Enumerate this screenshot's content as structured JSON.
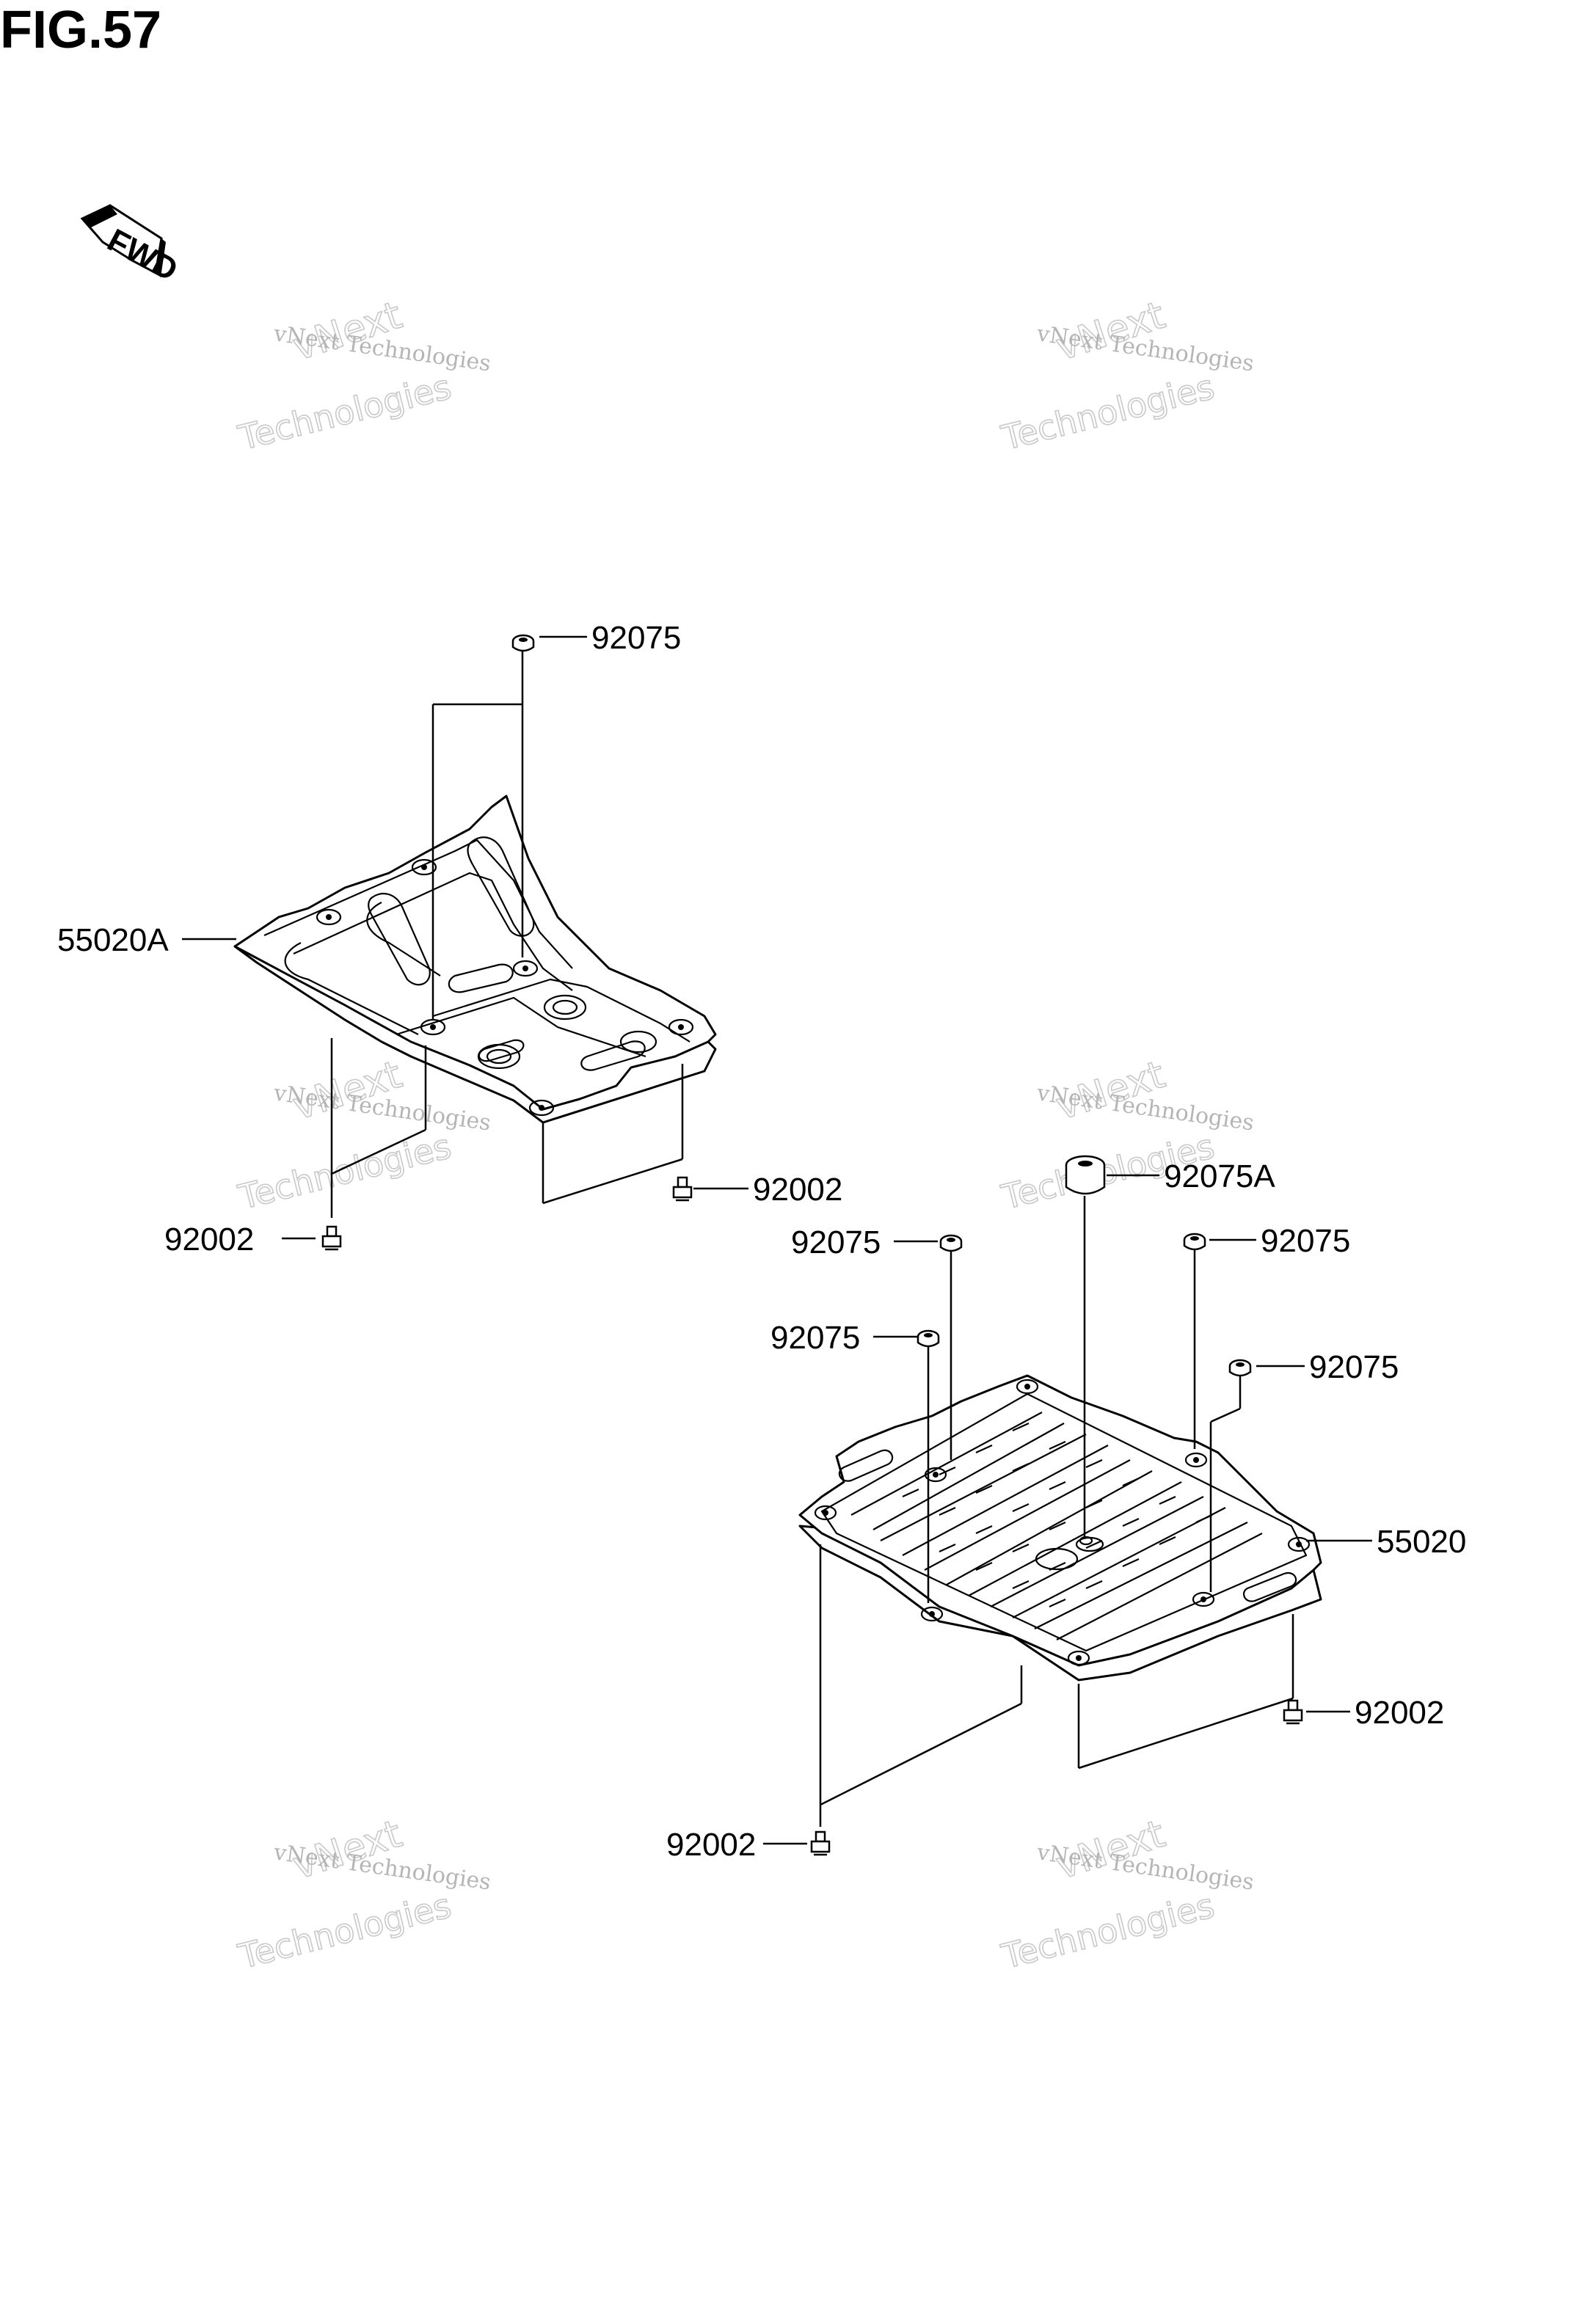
{
  "figure": {
    "title": "FIG.57"
  },
  "fwd_arrow": {
    "label": "FWD",
    "icon": "fwd-arrow-icon"
  },
  "watermark": {
    "line1": "vNext Technologies",
    "line2": "vNext",
    "line3": "Technologies"
  },
  "callouts": {
    "upper_part_label": "55020A",
    "upper_collar_label": "92075",
    "upper_bolt_right_label": "92002",
    "upper_bolt_left_label": "92002",
    "lower_part_label": "55020",
    "lower_collar_big_label": "92075A",
    "lower_collar_a_label": "92075",
    "lower_collar_b_label": "92075",
    "lower_collar_c_label": "92075",
    "lower_collar_d_label": "92075",
    "lower_bolt_right_label": "92002",
    "lower_bolt_left_label": "92002"
  }
}
